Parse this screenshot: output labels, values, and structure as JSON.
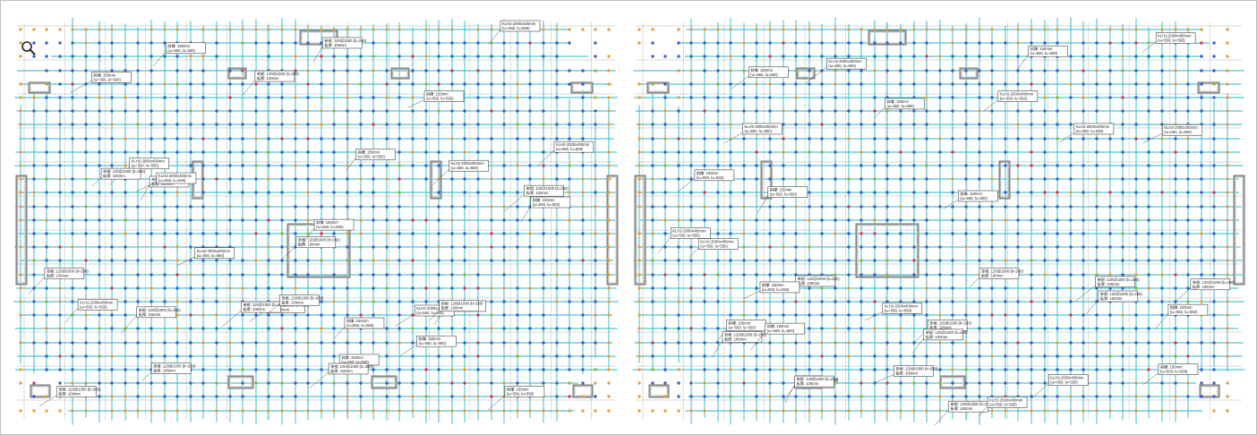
{
  "viewer": {
    "zoom_tool_icon": "magnifier-icon"
  },
  "drawing": {
    "colors": {
      "grid": "#26b6c9",
      "wall": "#8c8c8c",
      "wall_fill": "#e4e4e4",
      "node_orange": "#e6a23c",
      "node_blue": "#3a5fc8",
      "node_red": "#d9365b",
      "node_green": "#8fb83a",
      "frame_line": "#555555"
    },
    "labels": [
      {
        "line1": "单根: 120@1000  (b=250)",
        "line2": "板厚: 100mm"
      },
      {
        "line1": "KLH2-2000x400mm",
        "line2": "(ω=550, lu=550)"
      },
      {
        "line1": "斜撑: 150mm",
        "line2": "(ω=550, lu=550)"
      }
    ]
  }
}
